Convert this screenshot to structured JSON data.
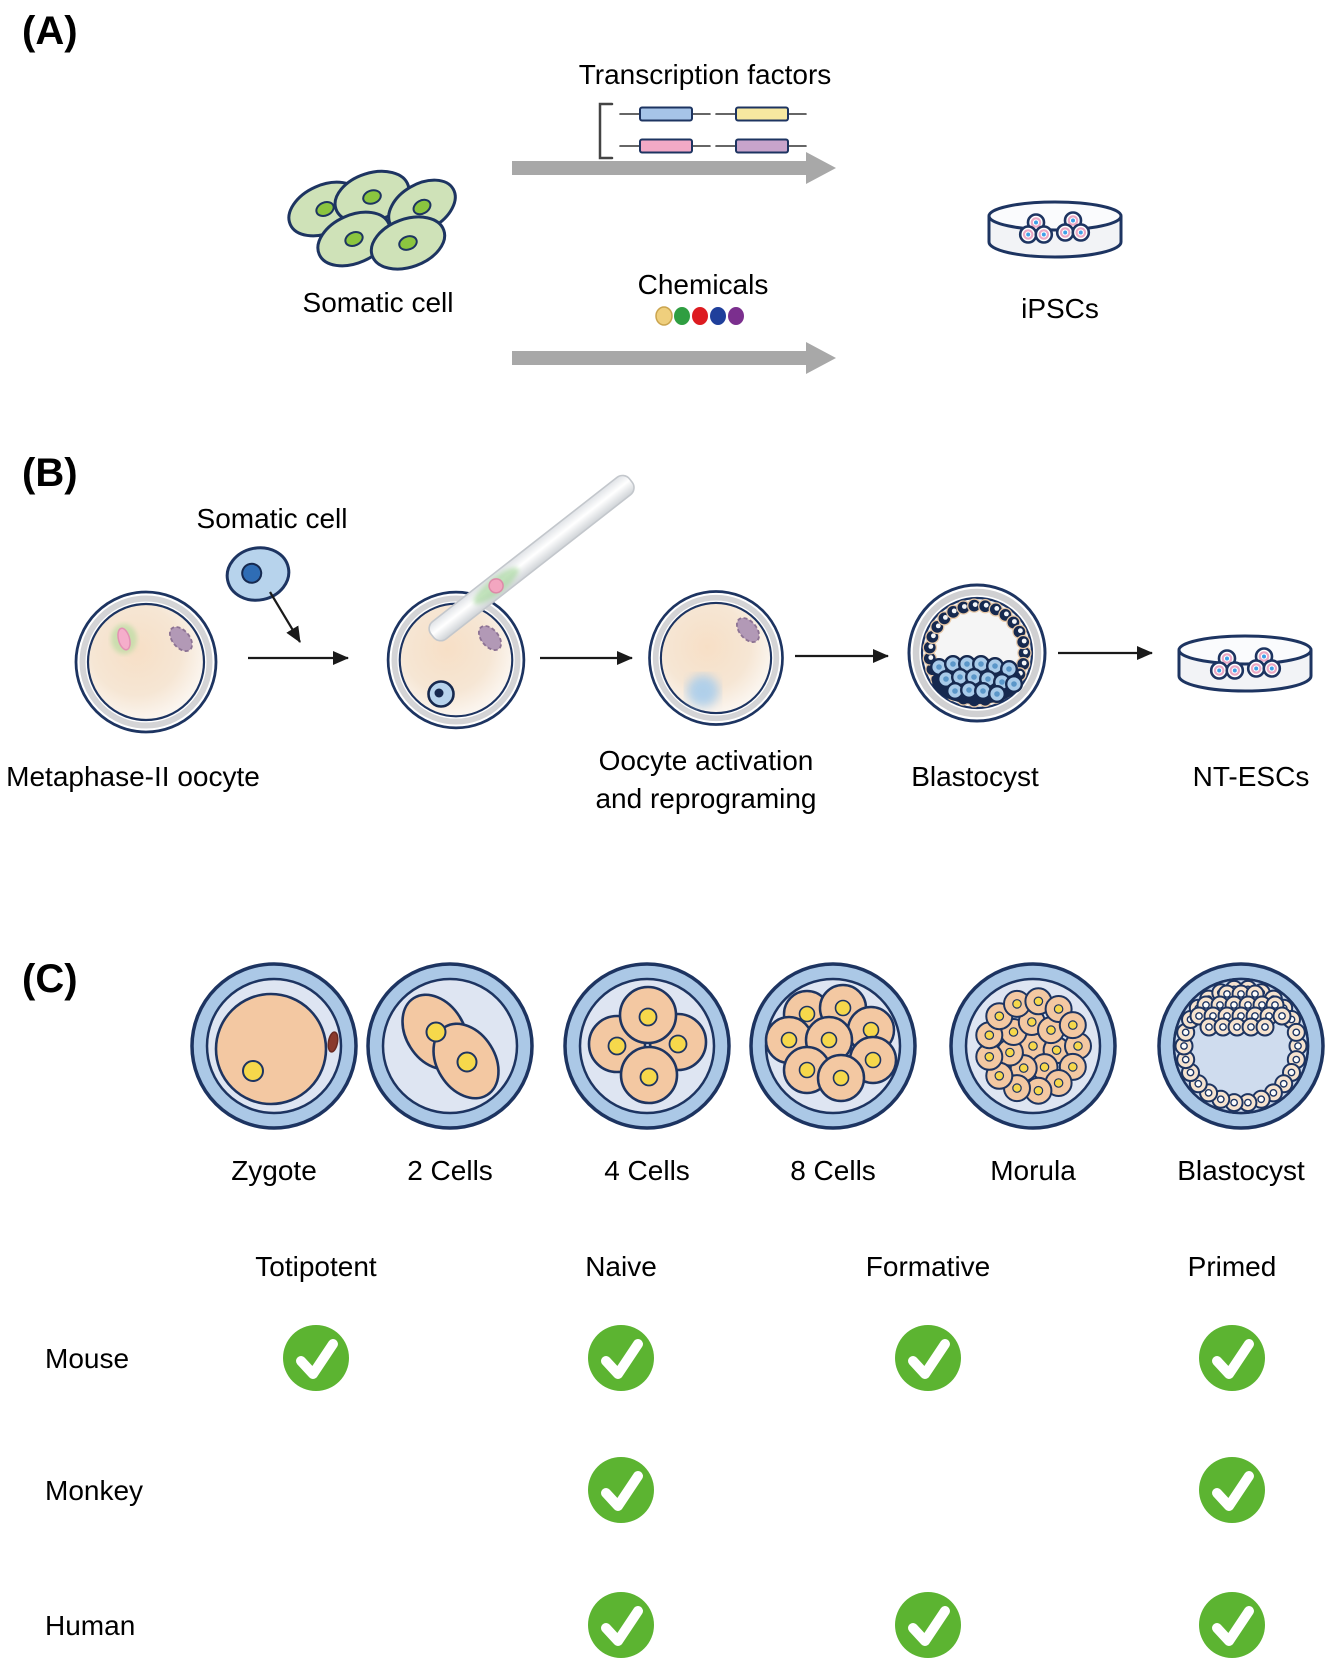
{
  "figure": {
    "panel_a": {
      "tag": "(A)",
      "somatic_cell_label": "Somatic cell",
      "transcription_factors_label": "Transcription factors",
      "chemicals_label": "Chemicals",
      "ipscs_label": "iPSCs",
      "chemical_dot_colors": [
        "#efcf7d",
        "#2f9e41",
        "#dd1b21",
        "#1f3f9b",
        "#7b2f8e"
      ],
      "factor_box_colors": [
        "#a6c4e8",
        "#f6e8a0",
        "#f2a9c6",
        "#c8a4cb"
      ],
      "arrow_color": "#a8a8a8"
    },
    "panel_b": {
      "tag": "(B)",
      "somatic_cell_label": "Somatic cell",
      "metaphase_oocyte_label": "Metaphase-II oocyte",
      "activation_label": [
        "Oocyte activation",
        "and reprograming"
      ],
      "blastocyst_label": "Blastocyst",
      "nt_escs_label": "NT-ESCs"
    },
    "panel_c": {
      "tag": "(C)",
      "stages": [
        "Zygote",
        "2 Cells",
        "4 Cells",
        "8 Cells",
        "Morula",
        "Blastocyst"
      ],
      "potency_states": [
        "Totipotent",
        "Naive",
        "Formative",
        "Primed"
      ],
      "species": [
        "Mouse",
        "Monkey",
        "Human"
      ],
      "availability": [
        [
          true,
          true,
          true,
          true
        ],
        [
          false,
          true,
          false,
          true
        ],
        [
          false,
          true,
          true,
          true
        ]
      ],
      "check_color": "#5cb431"
    }
  }
}
